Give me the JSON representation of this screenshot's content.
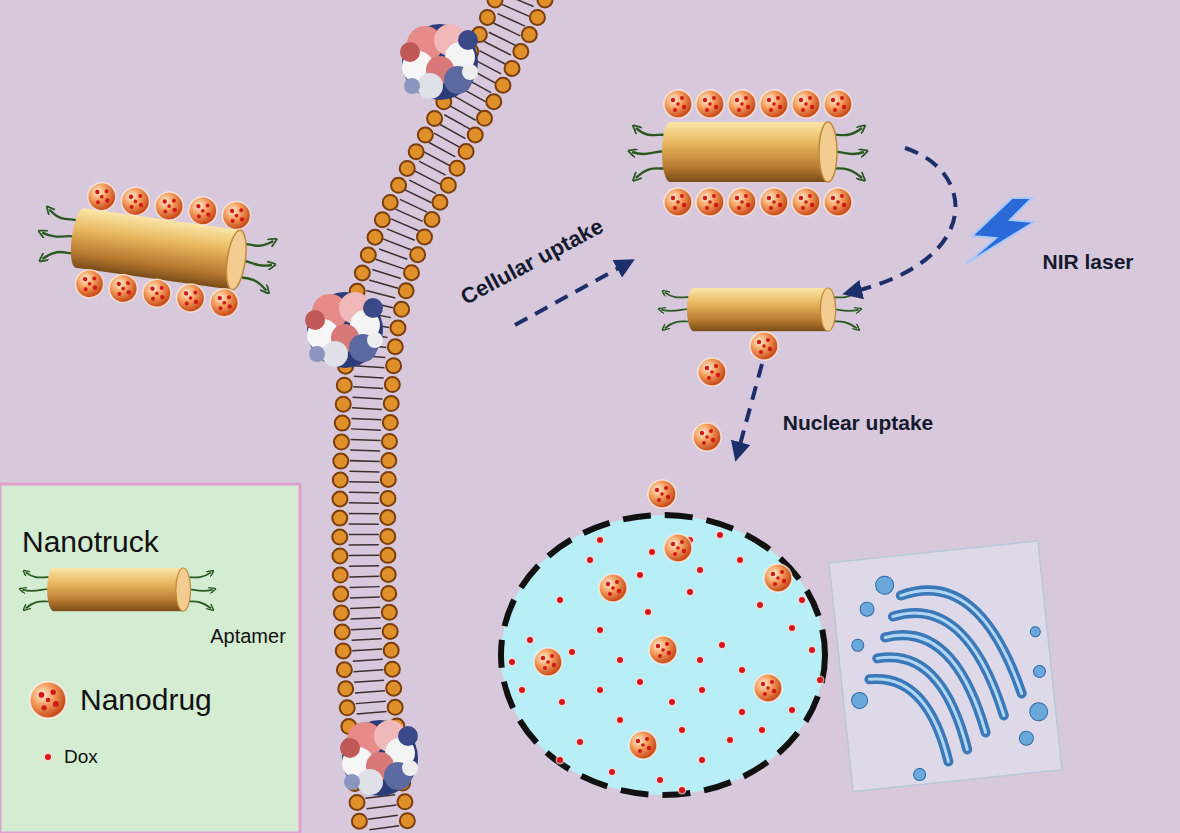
{
  "diagram": {
    "labels": [
      "Cellular uptake",
      "NIR laser",
      "Nuclear uptake",
      "Aptamer"
    ],
    "legend": [
      {
        "text": "Nanotruck"
      },
      {
        "text": "Nanodrug"
      },
      {
        "text": "Dox"
      }
    ]
  }
}
